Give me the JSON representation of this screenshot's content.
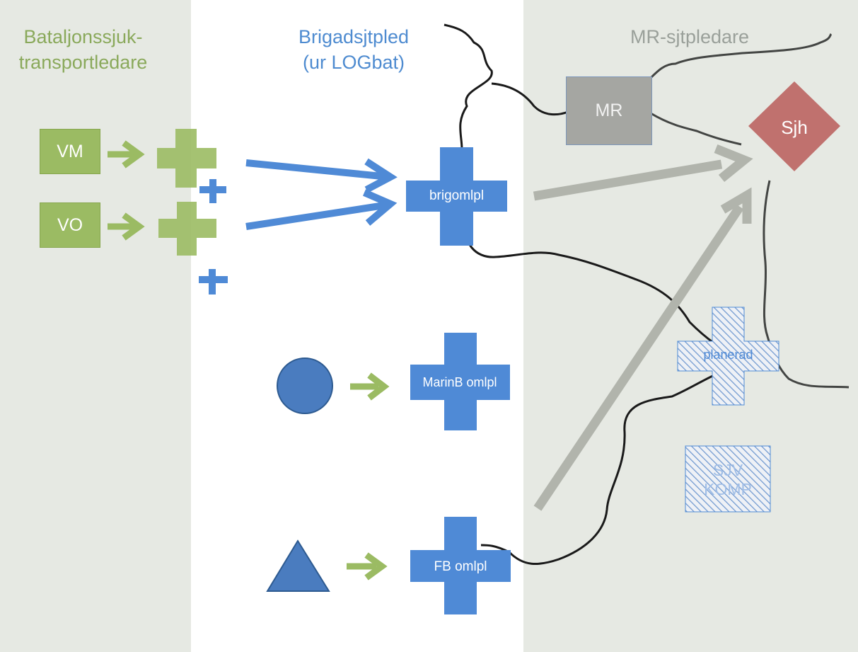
{
  "columns": {
    "left_heading": "Bataljonssjuk-\ntransportledare",
    "mid_heading": "Brigadsjtpled\n(ur LOGbat)",
    "right_heading": "MR-sjtpledare"
  },
  "nodes": {
    "vm": "VM",
    "vo": "VO",
    "brigomlpl": "brigomlpl",
    "marinb": "MarinB omlpl",
    "fb": "FB omlpl",
    "mr": "MR",
    "sjh": "Sjh",
    "planerad": "planerad",
    "sjv_komp": "SJV\nKOMP"
  },
  "colors": {
    "green": "#9bbb63",
    "blue": "#4f8ad6",
    "dark_blue": "#4a7cbf",
    "gray": "#a5a6a2",
    "red": "#c0716e",
    "line": "#1a1a1a"
  }
}
